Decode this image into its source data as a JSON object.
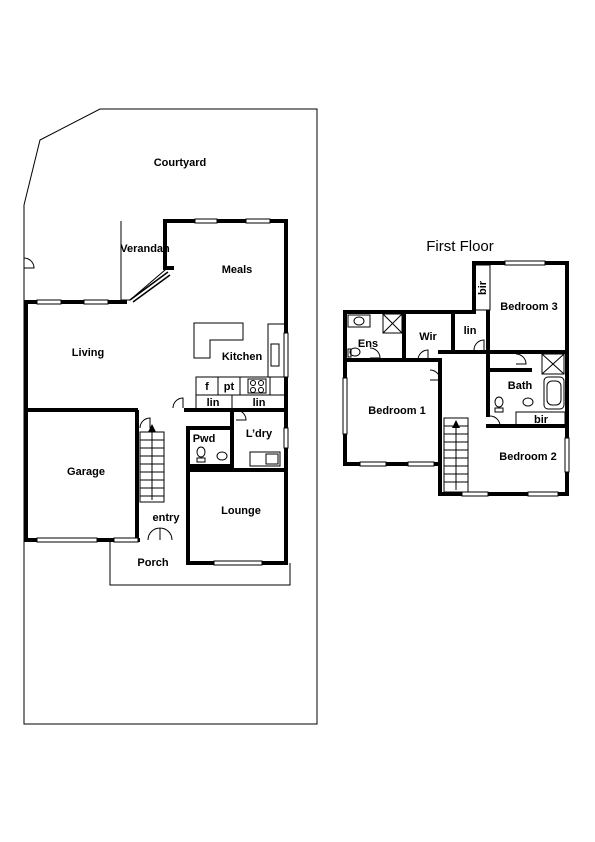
{
  "plan_title": "First Floor",
  "ground_floor": {
    "courtyard": "Courtyard",
    "verandah": "Verandah",
    "meals": "Meals",
    "living": "Living",
    "kitchen": "Kitchen",
    "fridge": "f",
    "pantry": "pt",
    "linen_1": "lin",
    "linen_2": "lin",
    "powder": "Pwd",
    "laundry": "L’dry",
    "garage": "Garage",
    "entry": "entry",
    "lounge": "Lounge",
    "porch": "Porch"
  },
  "first_floor": {
    "ensuite": "Ens",
    "wir": "Wir",
    "linen": "lin",
    "bir_1": "bir",
    "bedroom_3": "Bedroom 3",
    "bath": "Bath",
    "bedroom_1": "Bedroom 1",
    "bir_2": "bir",
    "bedroom_2": "Bedroom 2"
  }
}
